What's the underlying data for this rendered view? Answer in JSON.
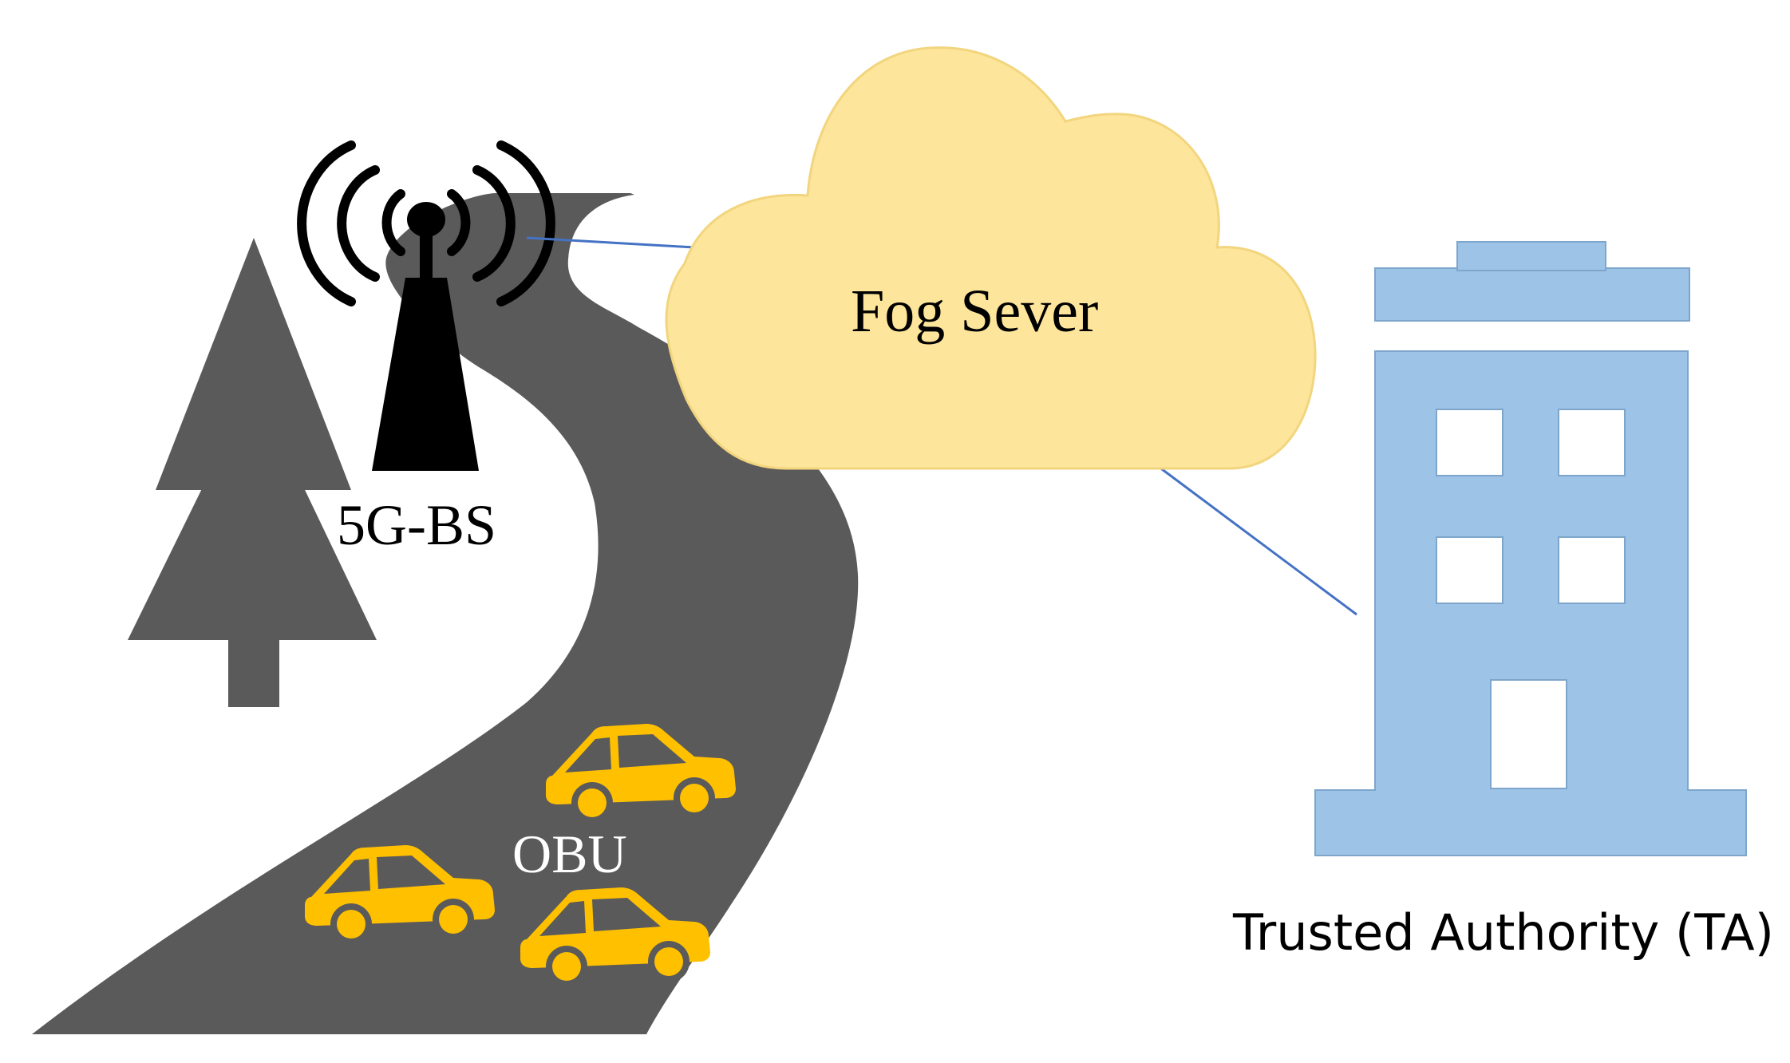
{
  "labels": {
    "base_station": "5G-BS",
    "fog_server": "Fog Sever",
    "vehicles": "OBU",
    "authority": "Trusted Authority (TA)"
  },
  "colors": {
    "tree": "#5a5a5a",
    "road": "#5a5a5a",
    "tower": "#000000",
    "cloud": "#fde59b",
    "cloud_stroke": "#f2d57e",
    "building": "#9dc3e6",
    "building_stroke": "#7ea6cc",
    "car": "#ffc000",
    "link": "#4472c4",
    "window": "#ffffff"
  },
  "icons": [
    "tree-icon",
    "antenna-tower-icon",
    "cloud-icon",
    "building-icon",
    "car-icon"
  ]
}
